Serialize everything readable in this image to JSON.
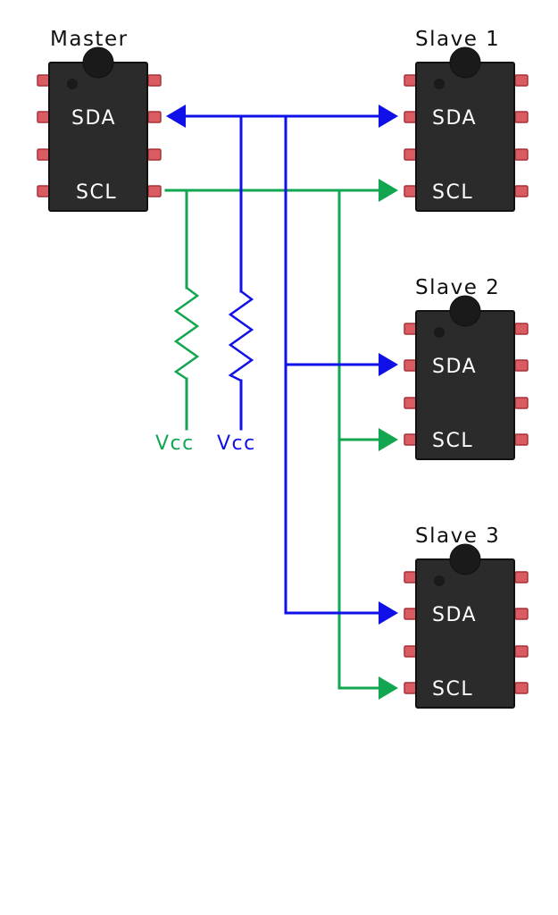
{
  "colors": {
    "sda": "#1010e8",
    "scl": "#12a650",
    "chip_body": "#2b2b2b",
    "chip_edge": "#111111",
    "pin_fill": "#d85c62",
    "pin_edge": "#a83238",
    "text_on_chip": "#ffffff",
    "title_text": "#111111"
  },
  "master": {
    "title": "Master",
    "sda_label": "SDA",
    "scl_label": "SCL"
  },
  "slaves": [
    {
      "title": "Slave 1",
      "sda_label": "SDA",
      "scl_label": "SCL"
    },
    {
      "title": "Slave 2",
      "sda_label": "SDA",
      "scl_label": "SCL"
    },
    {
      "title": "Slave 3",
      "sda_label": "SDA",
      "scl_label": "SCL"
    }
  ],
  "pullups": [
    {
      "line": "scl",
      "label": "Vcc"
    },
    {
      "line": "sda",
      "label": "Vcc"
    }
  ]
}
